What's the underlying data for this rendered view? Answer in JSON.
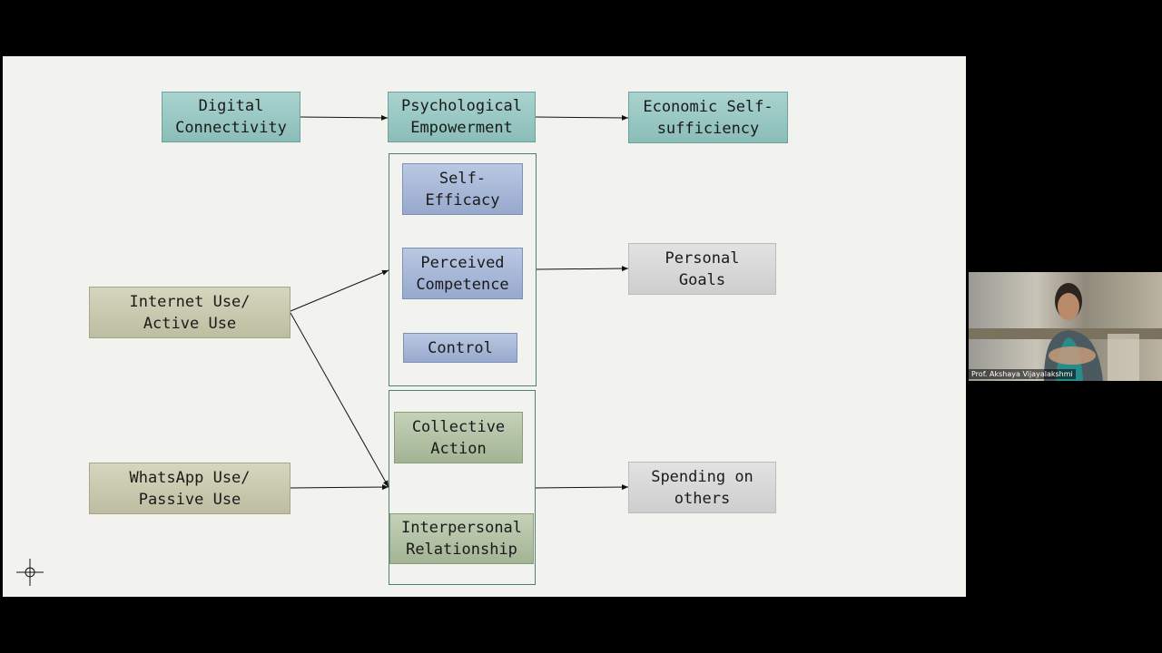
{
  "diagram": {
    "nodes": {
      "digital_connectivity": "Digital\nConnectivity",
      "psychological_empowerment": "Psychological\nEmpowerment",
      "economic_self_sufficiency": "Economic Self-\nsufficiency",
      "self_efficacy": "Self-\nEfficacy",
      "perceived_competence": "Perceived\nCompetence",
      "control": "Control",
      "personal_goals": "Personal\nGoals",
      "internet_use": "Internet Use/\nActive Use",
      "collective_action": "Collective\nAction",
      "whatsapp_use": "WhatsApp Use/\nPassive Use",
      "interpersonal_relationship": "Interpersonal\nRelationship",
      "spending_on_others": "Spending on\nothers"
    }
  },
  "video": {
    "participant_name": "Prof. Akshaya Vijayalakshmi"
  },
  "colors": {
    "background": "#000000",
    "slide": "#f2f2ee",
    "teal": "#9ccac5",
    "blue": "#a8b8d8",
    "olive": "#c9c9b0",
    "green": "#b3c2a6",
    "grey": "#d8d8d8"
  }
}
